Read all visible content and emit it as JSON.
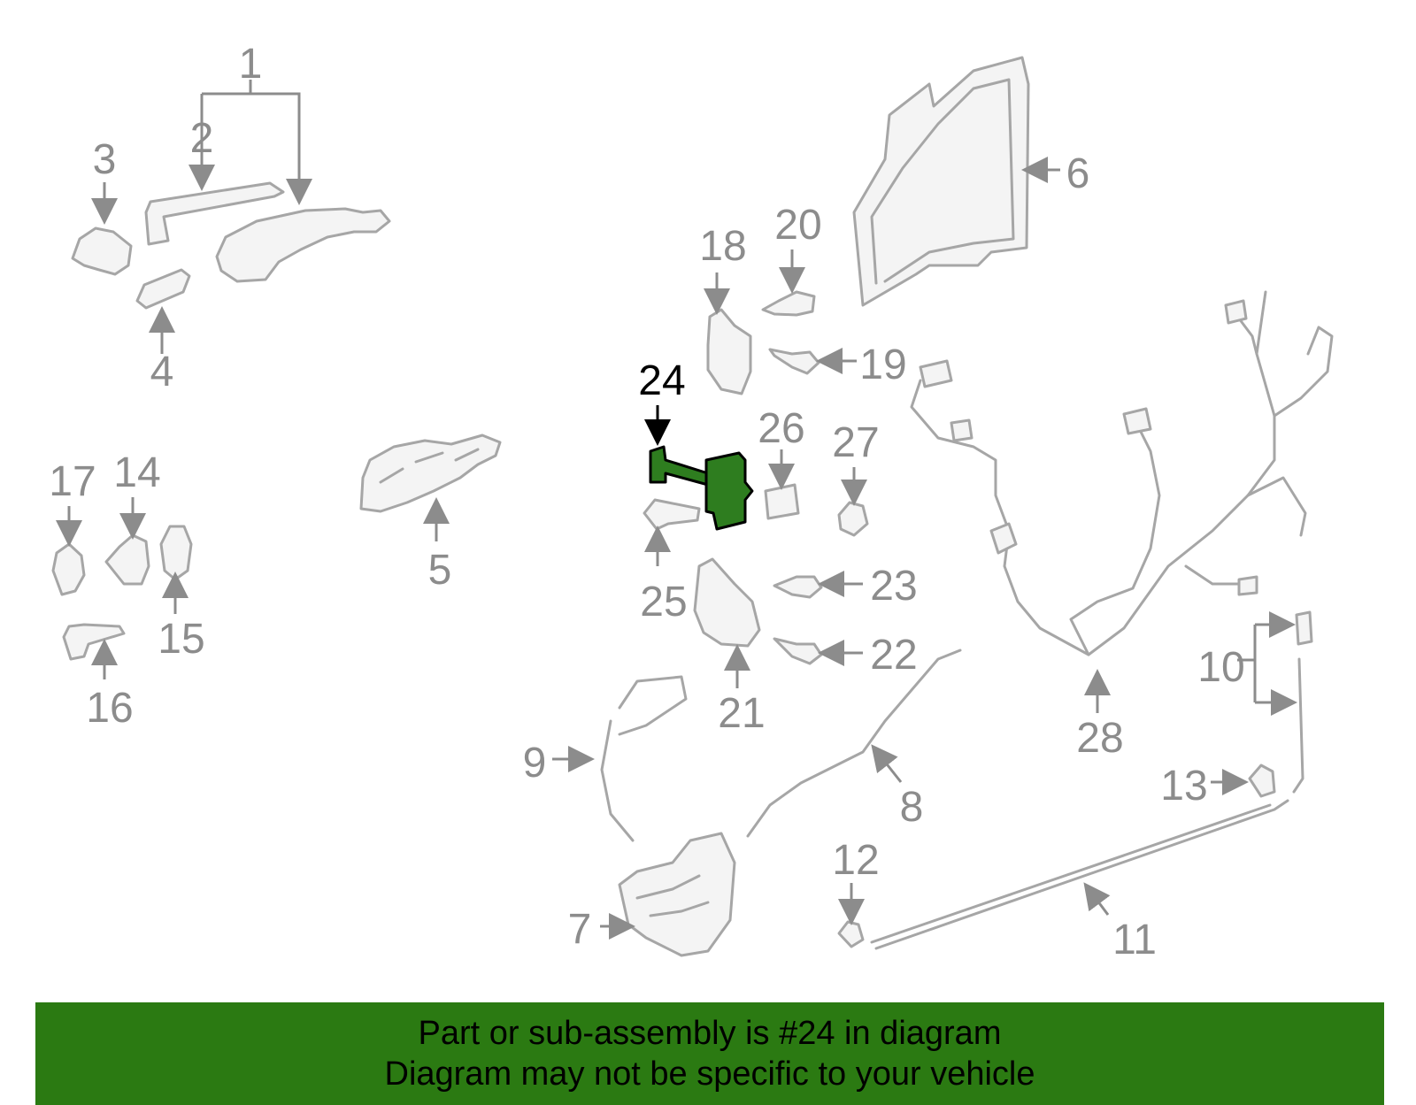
{
  "diagram": {
    "callouts": [
      "1",
      "2",
      "3",
      "4",
      "5",
      "6",
      "7",
      "8",
      "9",
      "10",
      "11",
      "12",
      "13",
      "14",
      "15",
      "16",
      "17",
      "18",
      "19",
      "20",
      "21",
      "22",
      "23",
      "24",
      "25",
      "26",
      "27",
      "28"
    ],
    "highlighted_callout": "24",
    "colors": {
      "highlight_fill": "#2e7d1f",
      "banner": "#2b7a12",
      "line_art": "#a6a6a6",
      "callout_text": "#8c8c8c"
    }
  },
  "banner": {
    "line1": "Part or sub-assembly is #24 in diagram",
    "line2": "Diagram may not be specific to your vehicle"
  }
}
